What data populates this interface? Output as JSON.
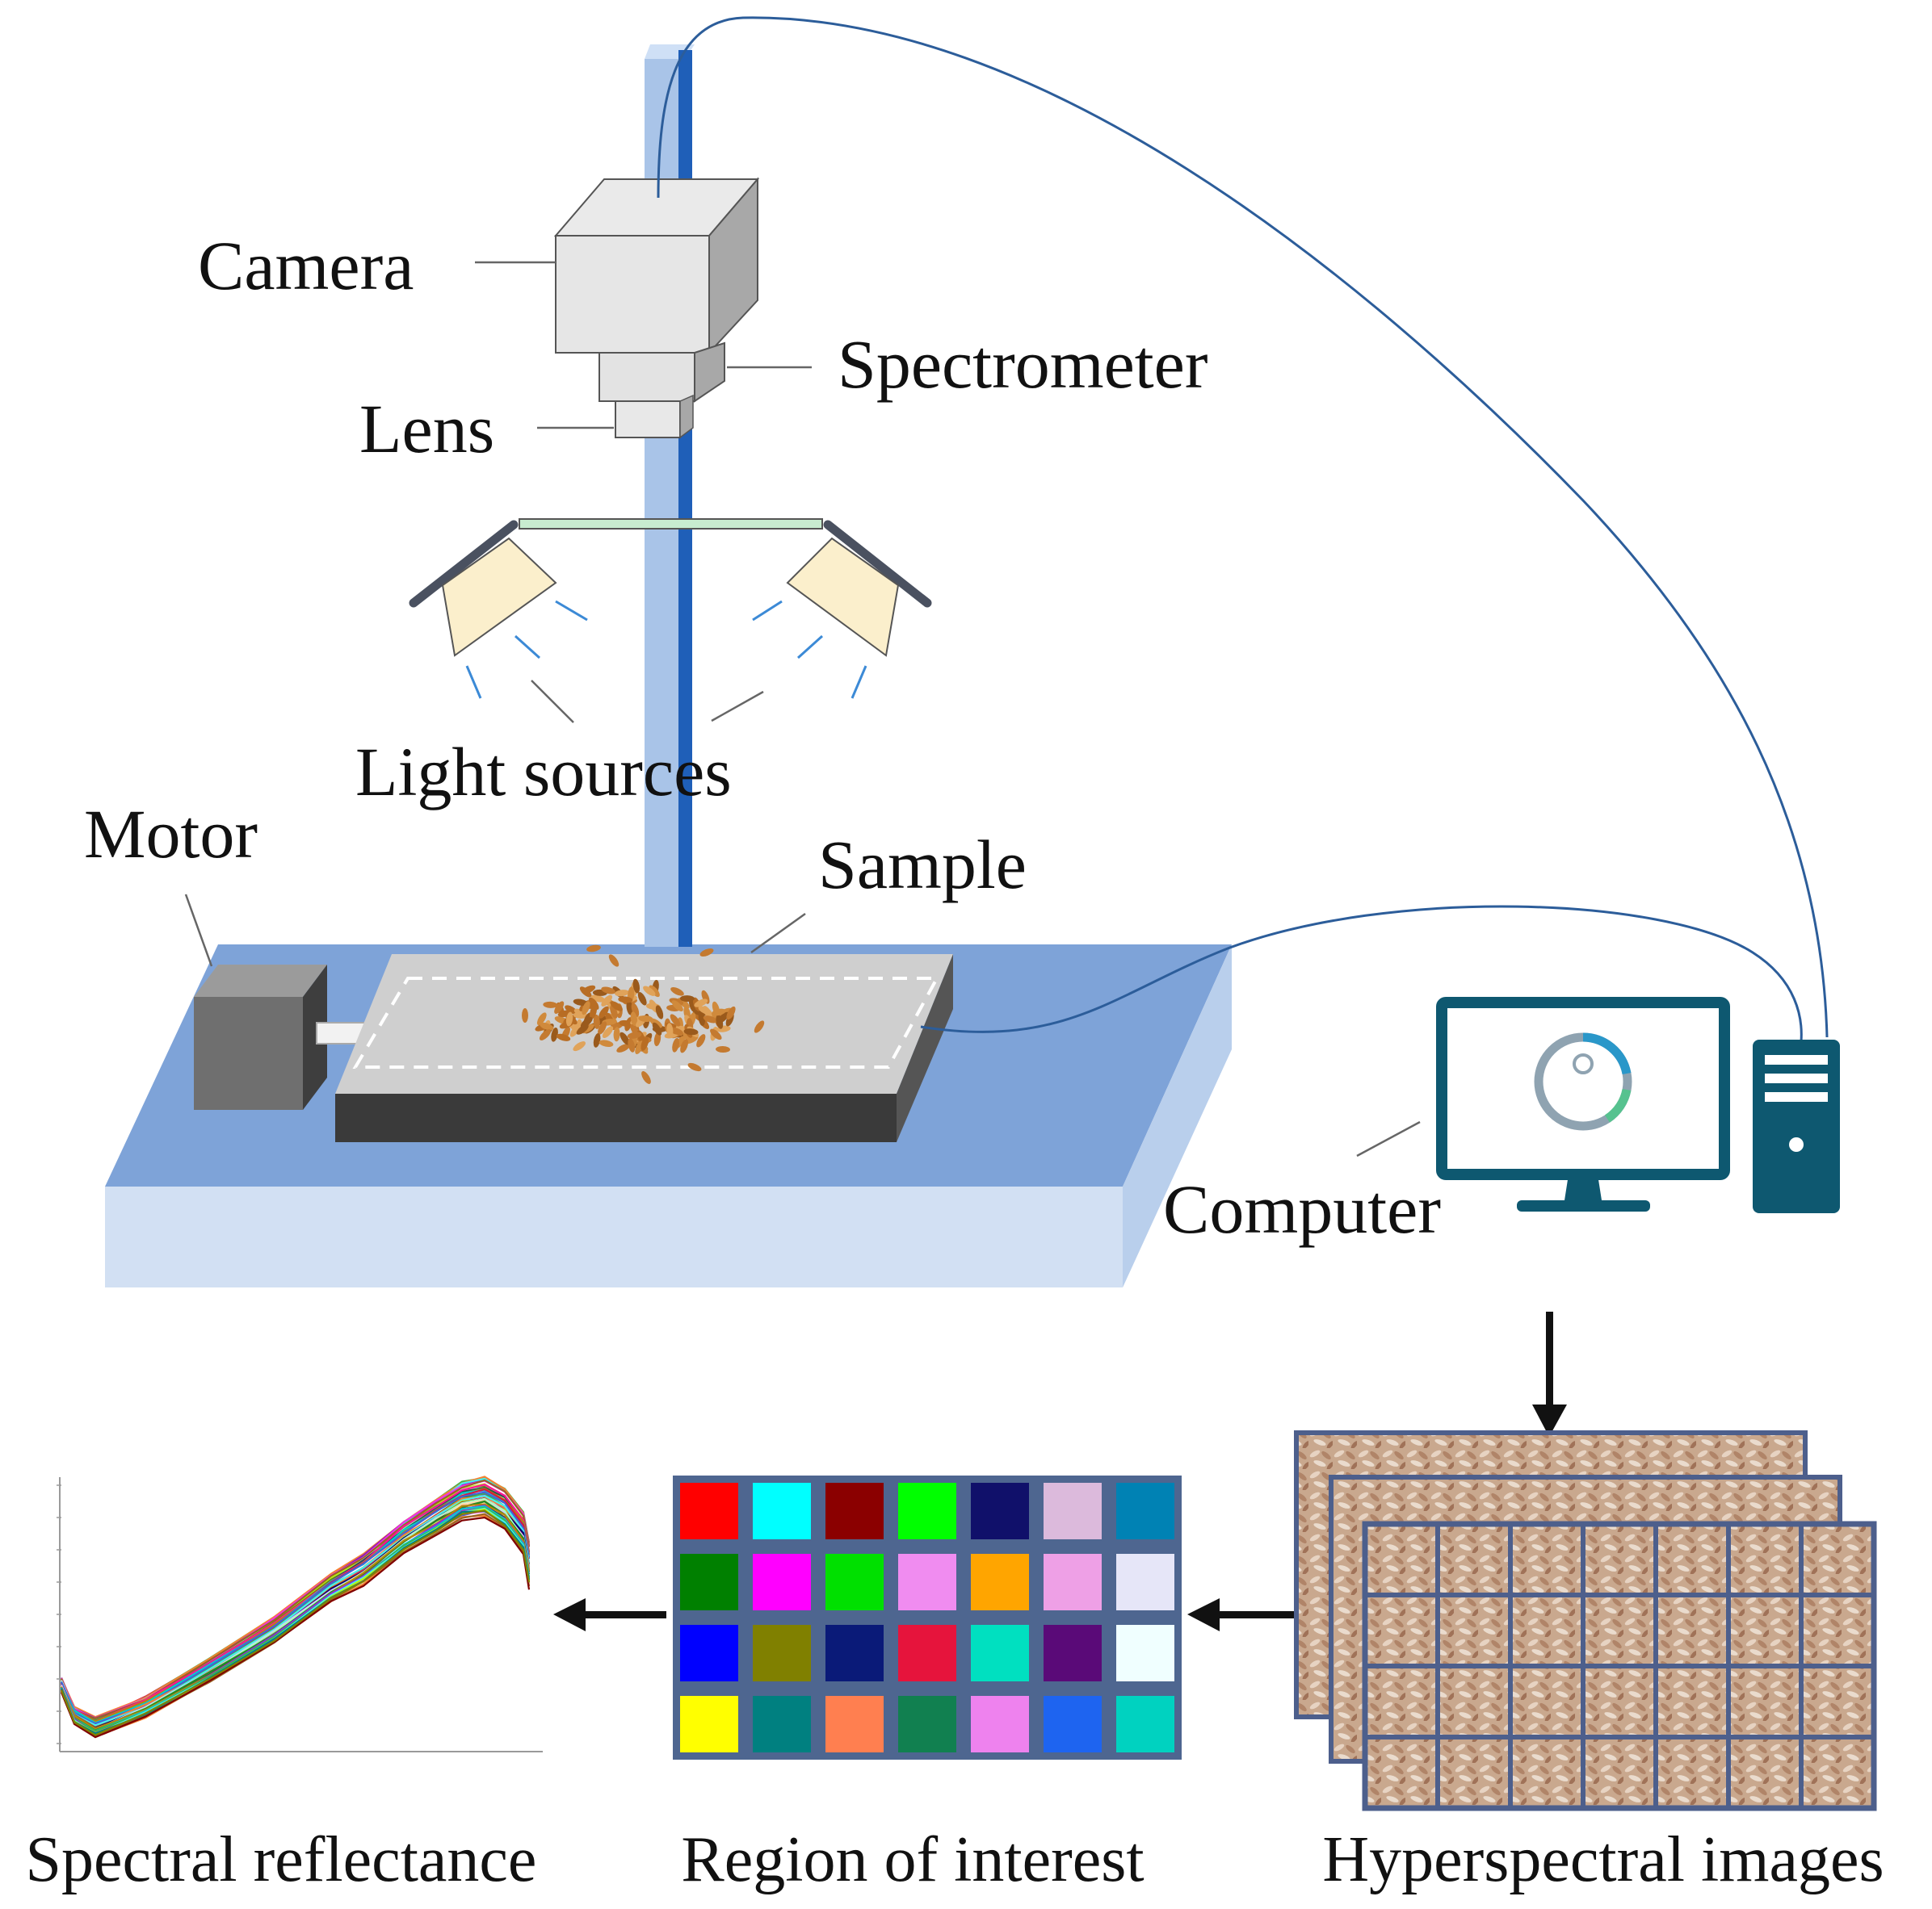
{
  "labels": {
    "camera": "Camera",
    "spectrometer": "Spectrometer",
    "lens": "Lens",
    "light_sources": "Light sources",
    "motor": "Motor",
    "sample": "Sample",
    "computer": "Computer"
  },
  "captions": {
    "spectral": "Spectral reflectance",
    "roi": "Region of interest",
    "hyper": "Hyperspectral images"
  },
  "colors": {
    "stand": "#a9c4e8",
    "stand_edge": "#1f5fb8",
    "table_top": "#7ea3d8",
    "table_front": "#d2e0f3",
    "computer": "#0e5870",
    "cable": "#2c5d9a",
    "light": "#fbefcc"
  },
  "roi_colors": [
    [
      "#ff0000",
      "#00ffff",
      "#8b0000",
      "#00ff00",
      "#10106a",
      "#dcbadc",
      "#0082b4"
    ],
    [
      "#008000",
      "#ff00ff",
      "#00e000",
      "#f08cf0",
      "#ffa500",
      "#eea0e6",
      "#e6e6f8"
    ],
    [
      "#0000ff",
      "#808000",
      "#0a1a78",
      "#e6143c",
      "#00e0c0",
      "#5a0a78",
      "#f0ffff"
    ],
    [
      "#ffff00",
      "#008080",
      "#ff7f50",
      "#118050",
      "#ee82ee",
      "#1e64f0",
      "#00d2c0"
    ]
  ]
}
